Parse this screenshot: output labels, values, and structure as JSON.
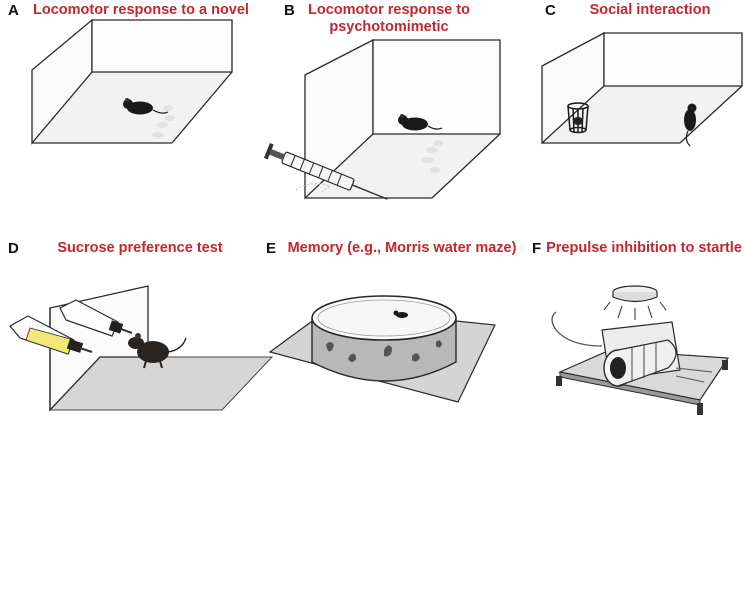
{
  "panels": [
    {
      "letter": "A",
      "title_line1": "Locomotor response to a novel",
      "title_line2": "environment"
    },
    {
      "letter": "B",
      "title_line1": "Locomotor response to",
      "title_line2": "psychotomimetic"
    },
    {
      "letter": "C",
      "title_line1": "Social interaction",
      "title_line2": ""
    },
    {
      "letter": "D",
      "title_line1": "Sucrose preference test",
      "title_line2": ""
    },
    {
      "letter": "E",
      "title_line1": "Memory (e.g., Morris water maze)",
      "title_line2": ""
    },
    {
      "letter": "F",
      "title_line1": "Prepulse inhibition to startle",
      "title_line2": ""
    }
  ],
  "colors": {
    "title": "#c0282d",
    "outline": "#2a2a2a",
    "floor": "#f1f1f1",
    "mouse": "#1a1a1a",
    "sucrose": "#f3e77a",
    "mat": "#d6d6d6",
    "pool_wall": "#b5b5b5"
  }
}
